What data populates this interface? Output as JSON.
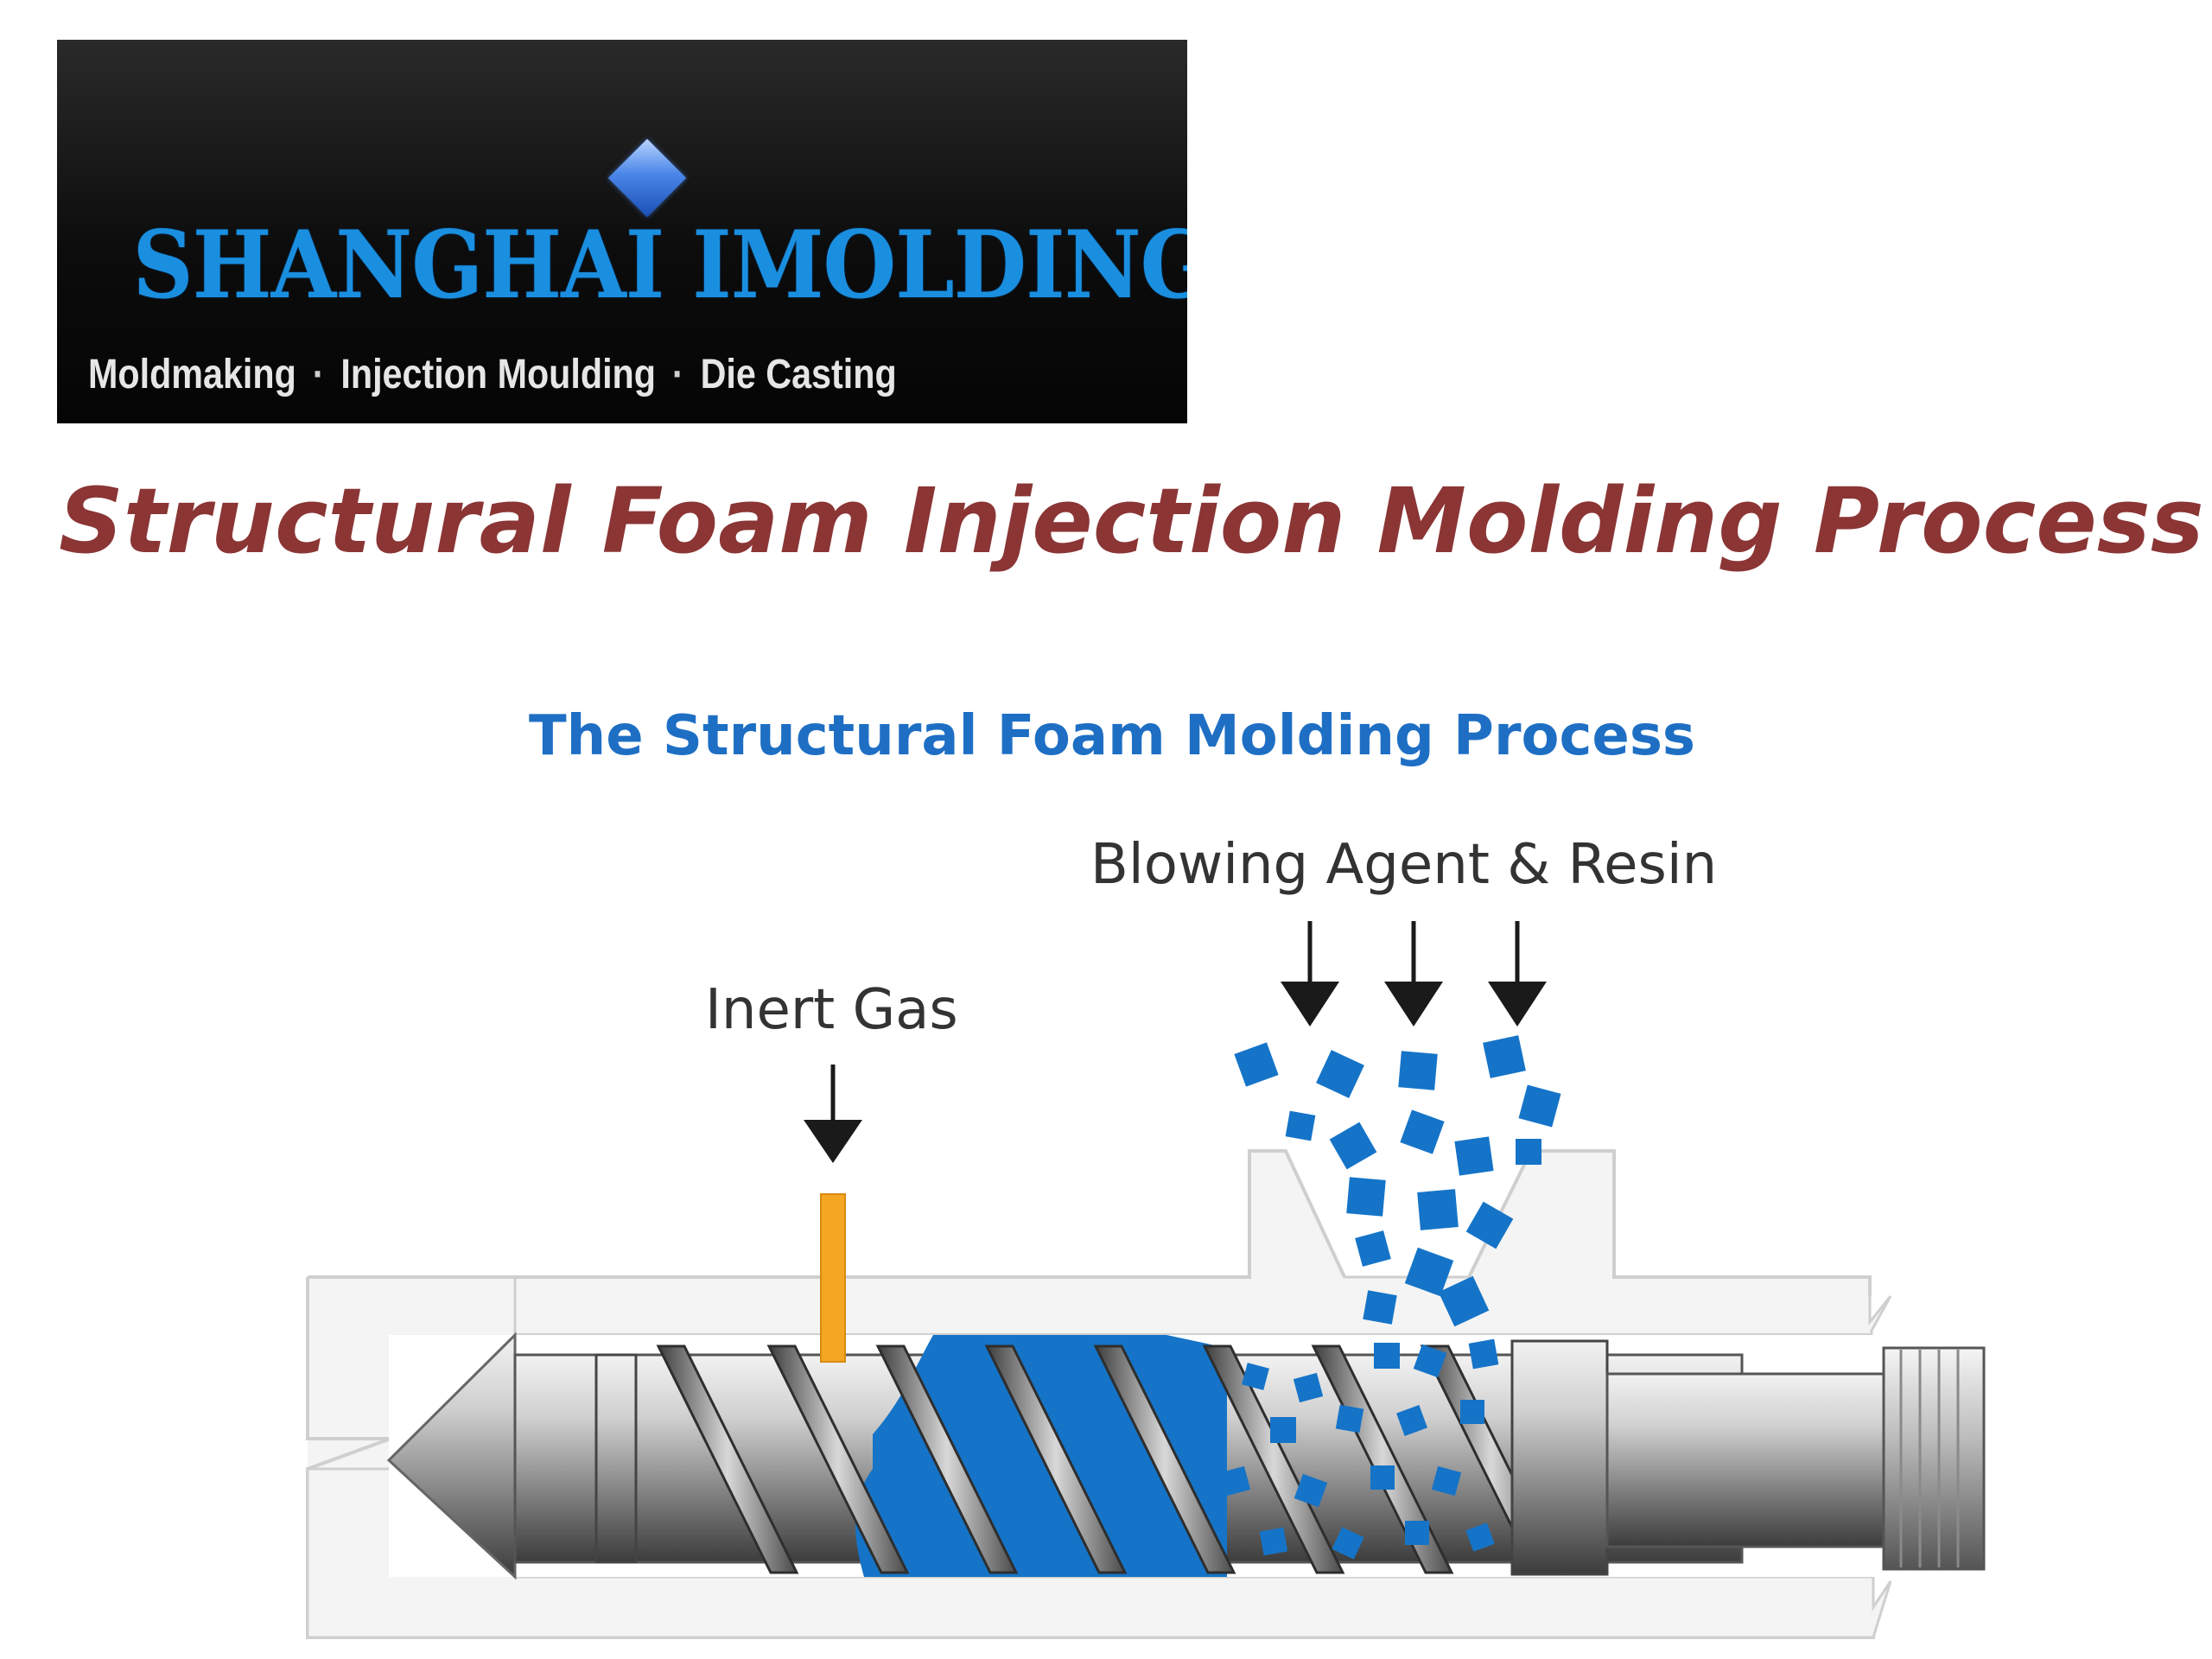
{
  "logo": {
    "wordmark": "SHANGHAI IMOLDING",
    "services": [
      "Moldmaking",
      "Injection Moulding",
      "Die Casting"
    ],
    "separator": "·"
  },
  "page_title": "Structural Foam Injection Molding Process",
  "diagram": {
    "title": "The Structural Foam Molding Process",
    "labels": {
      "inert_gas": "Inert Gas",
      "blowing_agent": "Blowing Agent & Resin"
    }
  },
  "colors": {
    "title_red": "#8b3535",
    "diagram_blue": "#1e6fc4",
    "resin_blue": "#1574c8",
    "gas_orange": "#f5a623",
    "logo_blue": "#1a8fe0"
  },
  "icons": [
    "diamond-icon",
    "arrow-down-icon"
  ]
}
